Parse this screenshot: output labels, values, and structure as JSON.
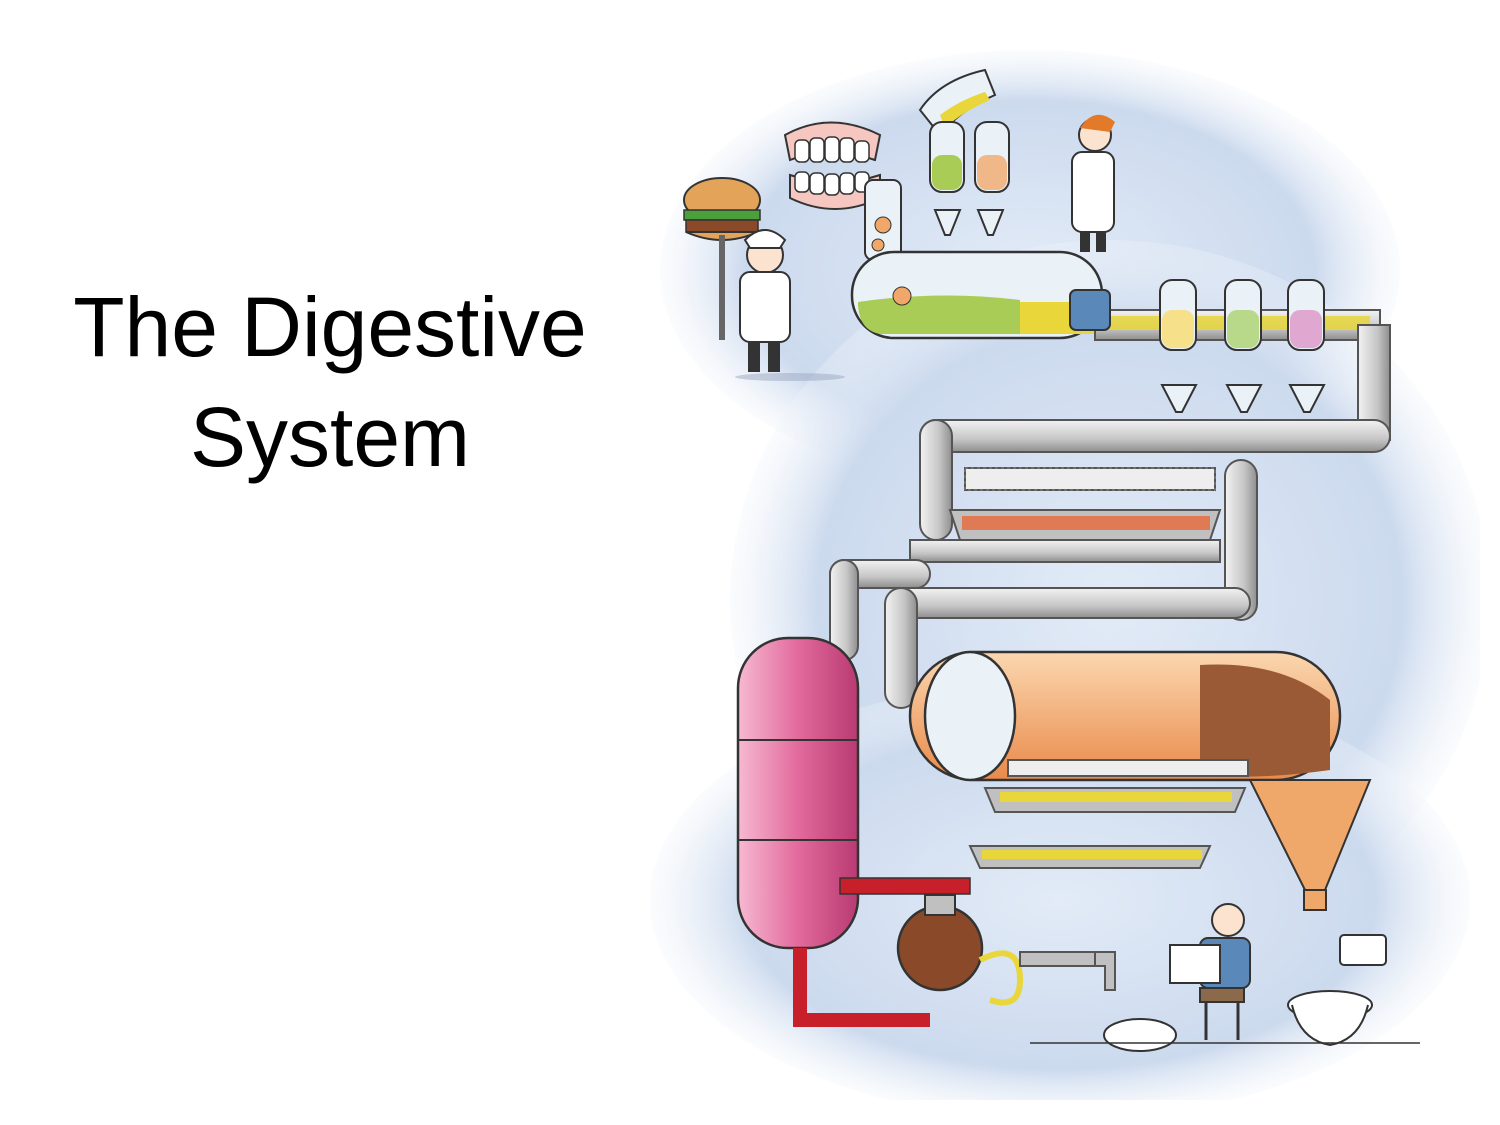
{
  "slide": {
    "title_line1": "The Digestive",
    "title_line2": "System"
  },
  "colors": {
    "background": "#ffffff",
    "haze": "#c9d8ee",
    "pipe": "#c8c8c8",
    "pipe_outline": "#555555",
    "stomach_fluid": "#a8cc55",
    "bile": "#e8d63a",
    "intestine_fluid": "#e07a55",
    "large_intestine": "#f0a86a",
    "stool": "#9a5a36",
    "tank_pink": "#e0689a",
    "liver_brown": "#8a4a2a",
    "red_pipe": "#c8202a"
  },
  "illustration": {
    "icon": "digestive-machine-cartoon",
    "flasks": [
      "green",
      "orange"
    ],
    "bottles": [
      "yellow",
      "green",
      "pink"
    ]
  }
}
